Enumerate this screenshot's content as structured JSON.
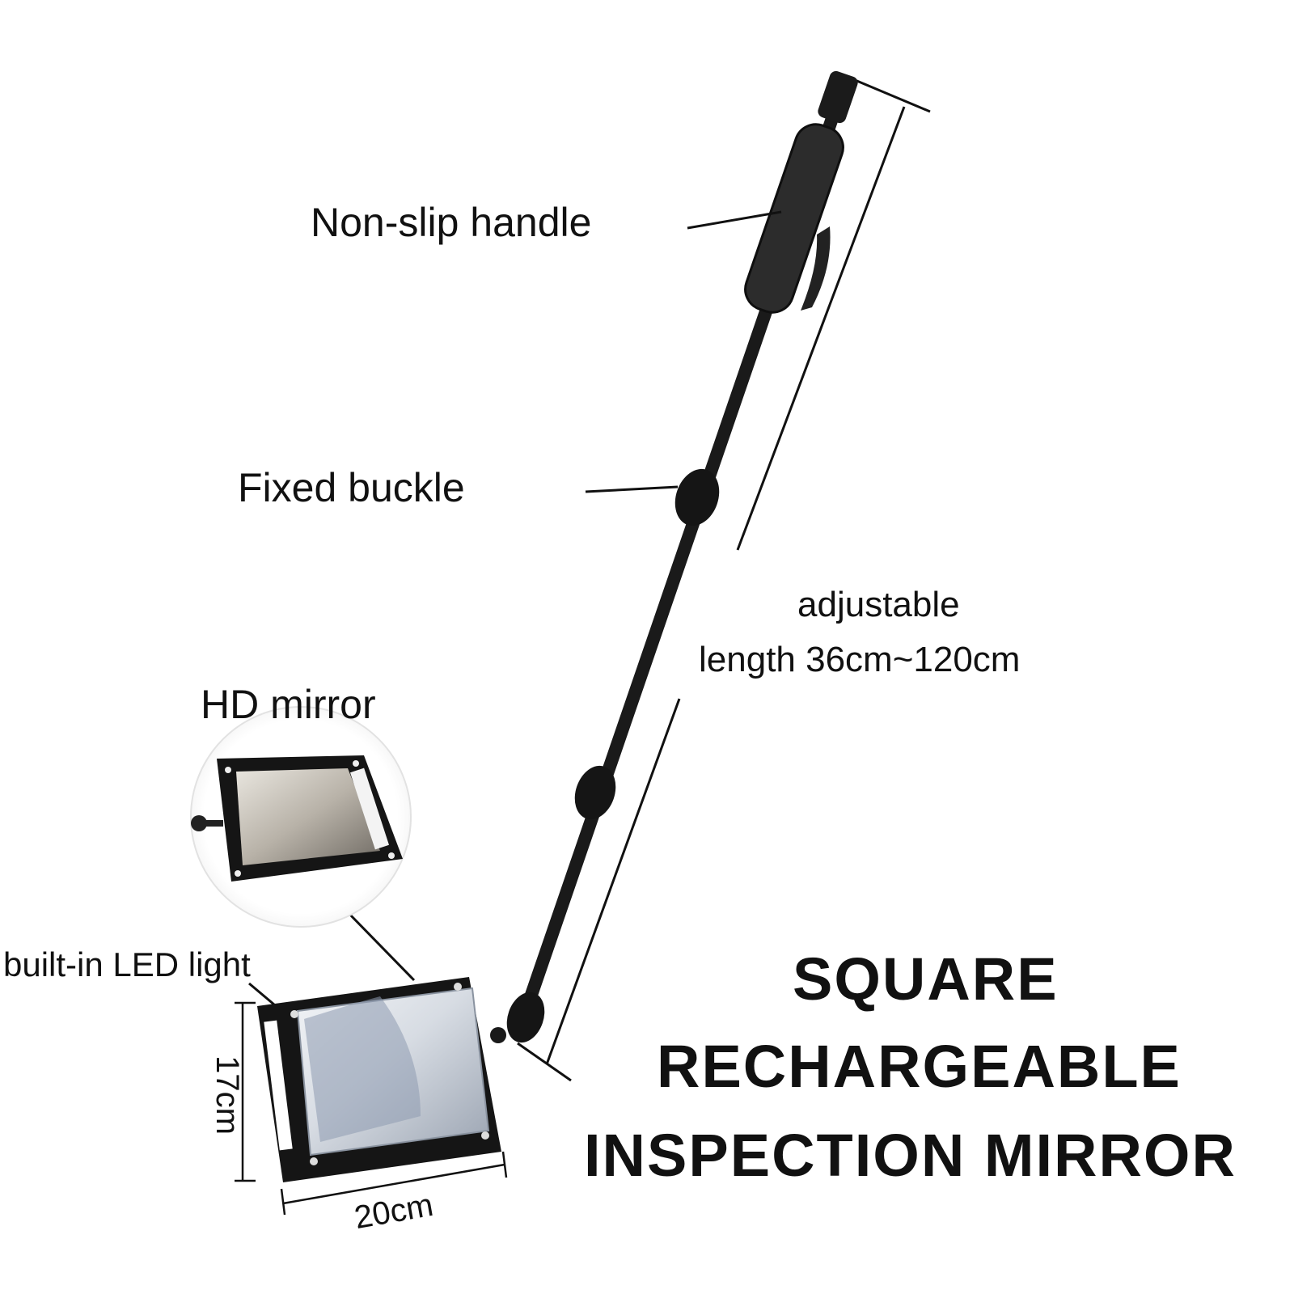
{
  "labels": {
    "handle": "Non-slip handle",
    "buckle": "Fixed buckle",
    "adjust_line1": "adjustable",
    "adjust_line2": "length 36cm~120cm",
    "hd_mirror": "HD mirror",
    "led": "built-in LED light",
    "height": "17cm",
    "width": "20cm"
  },
  "headline": {
    "line1": "SQUARE",
    "line2": "RECHARGEABLE",
    "line3": "INSPECTION MIRROR"
  },
  "colors": {
    "ink": "#111111",
    "pole": "#1a1a1a",
    "mirror": "#c9ced6",
    "frame": "#141414"
  }
}
